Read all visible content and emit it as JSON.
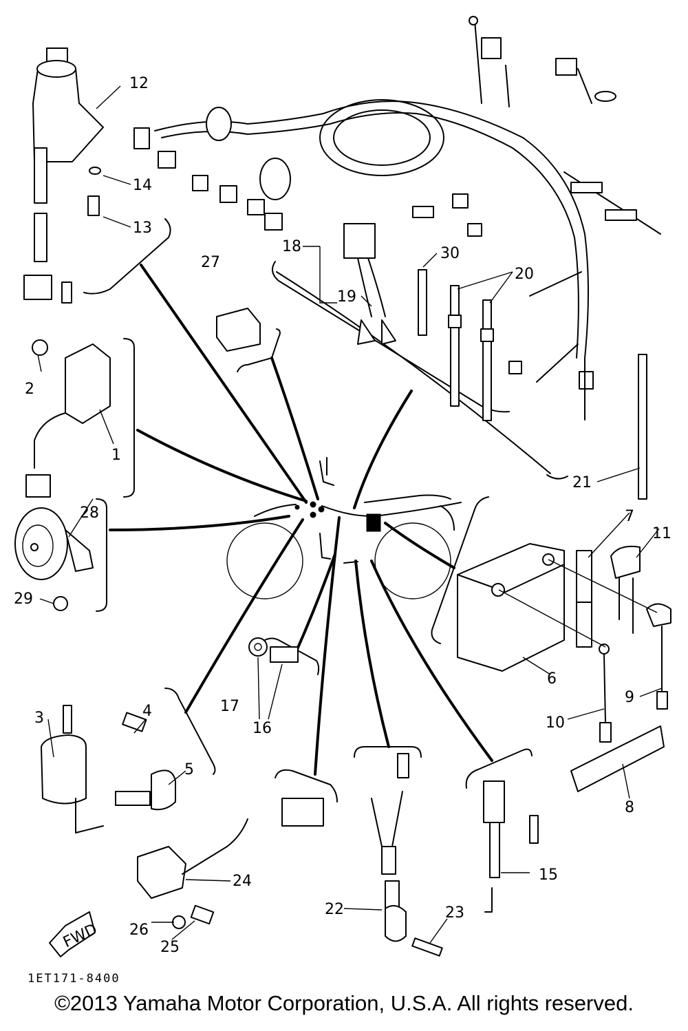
{
  "diagram": {
    "title": "Electrical parts diagram",
    "drawing_code": "1ET171-8400",
    "fwd_label": "FWD",
    "copyright": "©2013 Yamaha Motor Corporation, U.S.A. All rights reserved.",
    "callouts": {
      "c1": "1",
      "c2": "2",
      "c3": "3",
      "c4": "4",
      "c5": "5",
      "c6": "6",
      "c7": "7",
      "c8": "8",
      "c9": "9",
      "c10": "10",
      "c11": "11",
      "c12": "12",
      "c13": "13",
      "c14": "14",
      "c15": "15",
      "c16": "16",
      "c17": "17",
      "c18": "18",
      "c19": "19",
      "c20": "20",
      "c21": "21",
      "c22": "22",
      "c23": "23",
      "c24": "24",
      "c25": "25",
      "c26": "26",
      "c27": "27",
      "c28": "28",
      "c29": "29",
      "c30": "30"
    }
  }
}
